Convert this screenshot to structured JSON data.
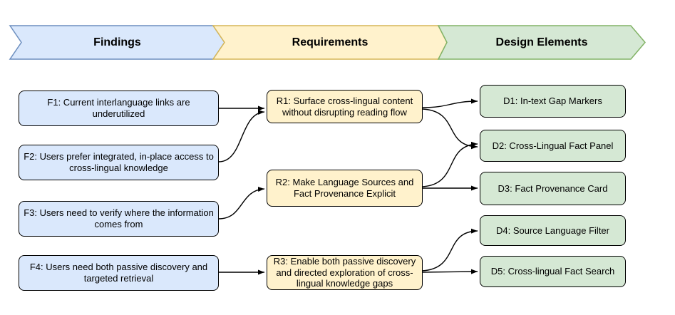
{
  "header": {
    "stages": [
      {
        "id": "findings",
        "label": "Findings",
        "fill": "#dae8fc",
        "stroke": "#6c8ebf"
      },
      {
        "id": "requirements",
        "label": "Requirements",
        "fill": "#fff2cc",
        "stroke": "#d6b656"
      },
      {
        "id": "design-elements",
        "label": "Design Elements",
        "fill": "#d5e8d4",
        "stroke": "#82b366"
      }
    ]
  },
  "findings": {
    "items": [
      {
        "id": "F1",
        "text": "F1: Current interlanguage links are underutilized"
      },
      {
        "id": "F2",
        "text": "F2: Users prefer integrated, in-place access to cross-lingual knowledge"
      },
      {
        "id": "F3",
        "text": "F3: Users need to verify where the information comes from"
      },
      {
        "id": "F4",
        "text": "F4: Users need both passive discovery and targeted retrieval"
      }
    ]
  },
  "requirements": {
    "items": [
      {
        "id": "R1",
        "text": "R1: Surface cross-lingual content without disrupting reading flow"
      },
      {
        "id": "R2",
        "text": "R2:  Make Language Sources and Fact Provenance Explicit"
      },
      {
        "id": "R3",
        "text": "R3: Enable both passive discovery and directed exploration of cross-lingual knowledge gaps"
      }
    ]
  },
  "design": {
    "items": [
      {
        "id": "D1",
        "text": "D1: In-text Gap Markers"
      },
      {
        "id": "D2",
        "text": "D2: Cross-Lingual Fact Panel"
      },
      {
        "id": "D3",
        "text": "D3: Fact Provenance Card"
      },
      {
        "id": "D4",
        "text": "D4: Source Language Filter"
      },
      {
        "id": "D5",
        "text": "D5:  Cross-lingual Fact Search"
      }
    ]
  },
  "edges": [
    {
      "from": "F1",
      "to": "R1"
    },
    {
      "from": "F2",
      "to": "R1"
    },
    {
      "from": "F3",
      "to": "R2"
    },
    {
      "from": "F4",
      "to": "R3"
    },
    {
      "from": "R1",
      "to": "D1"
    },
    {
      "from": "R1",
      "to": "D2"
    },
    {
      "from": "R2",
      "to": "D2"
    },
    {
      "from": "R2",
      "to": "D3"
    },
    {
      "from": "R3",
      "to": "D4"
    },
    {
      "from": "R3",
      "to": "D5"
    }
  ],
  "colors": {
    "node_border": "#000000",
    "arrow": "#000000",
    "background": "#ffffff"
  }
}
